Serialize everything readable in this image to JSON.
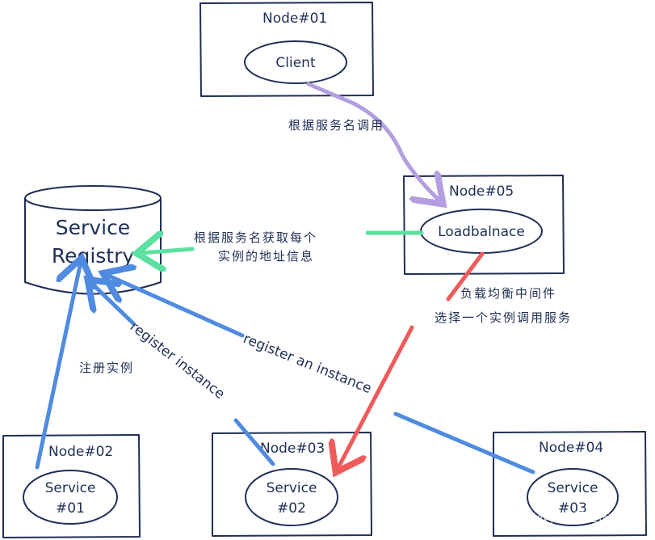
{
  "colors": {
    "ink": "#1f2f55",
    "purple": "#b29ee0",
    "green": "#5ce09f",
    "red": "#f05a5a",
    "blue": "#4f8be0"
  },
  "nodes": {
    "node01": {
      "title": "Node#01",
      "component": "Client"
    },
    "node05": {
      "title": "Node#05",
      "component": "Loadbalnace"
    },
    "node02": {
      "title": "Node#02",
      "component_line1": "Service",
      "component_line2": "#01"
    },
    "node03": {
      "title": "Node#03",
      "component_line1": "Service",
      "component_line2": "#02"
    },
    "node04": {
      "title": "Node#04",
      "component_line1": "Service",
      "component_line2": "#03"
    }
  },
  "registry": {
    "line1": "Service",
    "line2": "Registry"
  },
  "labels": {
    "call_by_name": "根据服务名调用",
    "fetch_addr_line1": "根据服务名获取每个",
    "fetch_addr_line2": "实例的地址信息",
    "lb_line1": "负载均衡中间件",
    "lb_line2": "选择一个实例调用服务",
    "register_instance_cn": "注册实例",
    "register_instance": "register instance",
    "register_an_instance": "register an instance"
  },
  "watermark": "@稀土掘金技术社区"
}
